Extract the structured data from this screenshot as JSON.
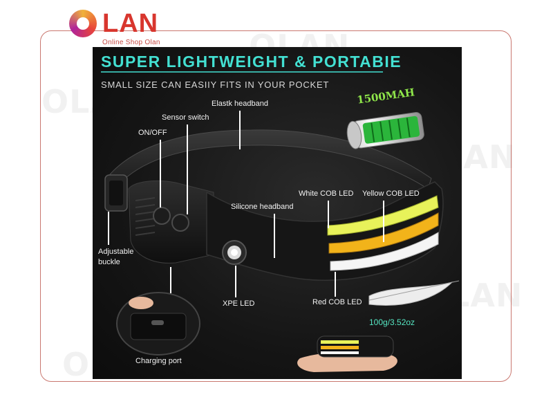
{
  "brand": {
    "logo_text": "LAN",
    "tagline": "Online Shop Olan"
  },
  "watermark_text": "OLAN",
  "banner": {
    "headline": "SUPER LIGHTWEIGHT & PORTABIE",
    "subline": "SMALL SIZE CAN EASIIY FITS IN YOUR POCKET",
    "battery": "1500MAH",
    "weight": "100g/3.52oz"
  },
  "labels": {
    "elastic_headband": "Elastk headband",
    "sensor_switch": "Sensor switch",
    "on_off": "ON/OFF",
    "silicone_headband": "Silicone headband",
    "white_cob": "White COB LED",
    "yellow_cob": "Yellow COB LED",
    "adjustable": "Adjustable",
    "buckle": "buckle",
    "xpe_led": "XPE LED",
    "red_cob": "Red COB LED",
    "charging_port": "Charging port"
  },
  "colors": {
    "accent": "#43e0d2",
    "brand_red": "#d8362e",
    "battery_green": "#8fe64a",
    "frame": "#c9776f"
  }
}
